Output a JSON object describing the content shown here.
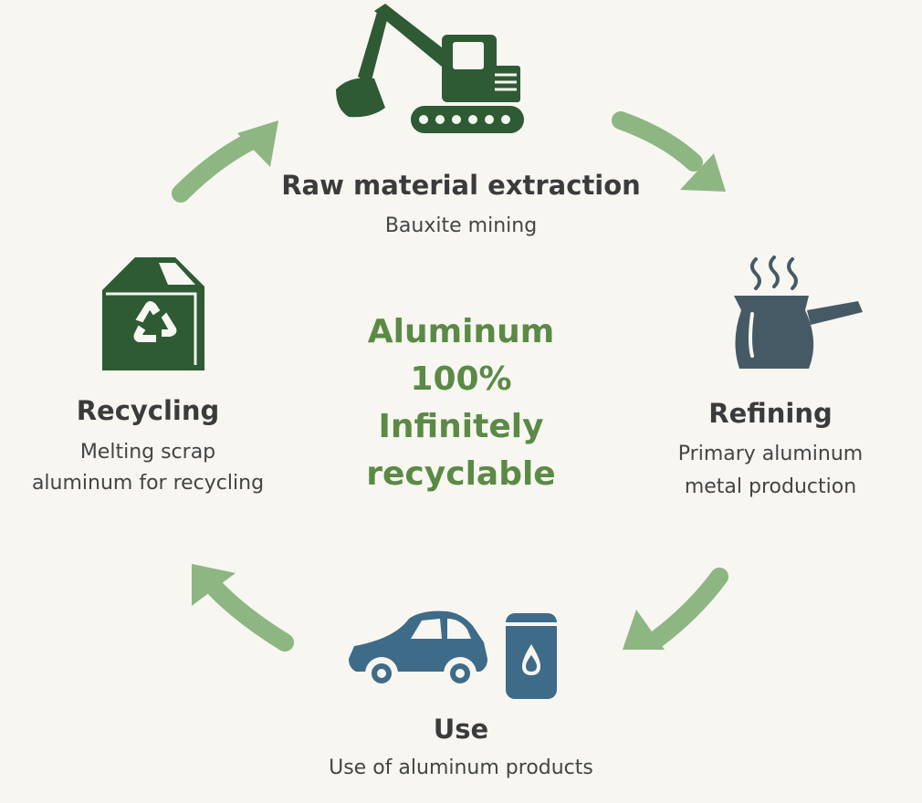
{
  "center": {
    "line1": "Aluminum",
    "line2": "100%",
    "line3": "Infinitely",
    "line4": "recyclable"
  },
  "stages": {
    "extraction": {
      "title": "Raw material extraction",
      "desc1": "Bauxite mining",
      "icon": "excavator-icon"
    },
    "refining": {
      "title": "Refining",
      "desc1": "Primary aluminum",
      "desc2": "metal production",
      "icon": "steaming-pot-icon"
    },
    "use": {
      "title": "Use",
      "desc1": "Use of aluminum products",
      "icon": "car-and-can-icon"
    },
    "recycling": {
      "title": "Recycling",
      "desc1": "Melting scrap",
      "desc2": "aluminum for recycling",
      "icon": "recycle-box-icon"
    }
  },
  "colors": {
    "background": "#f7f6f1",
    "arrow": "#8db682",
    "dark_green": "#2e5a34",
    "slate_blue": "#3e6b88",
    "slate_gray": "#465a66",
    "center_text": "#5a8a45"
  }
}
